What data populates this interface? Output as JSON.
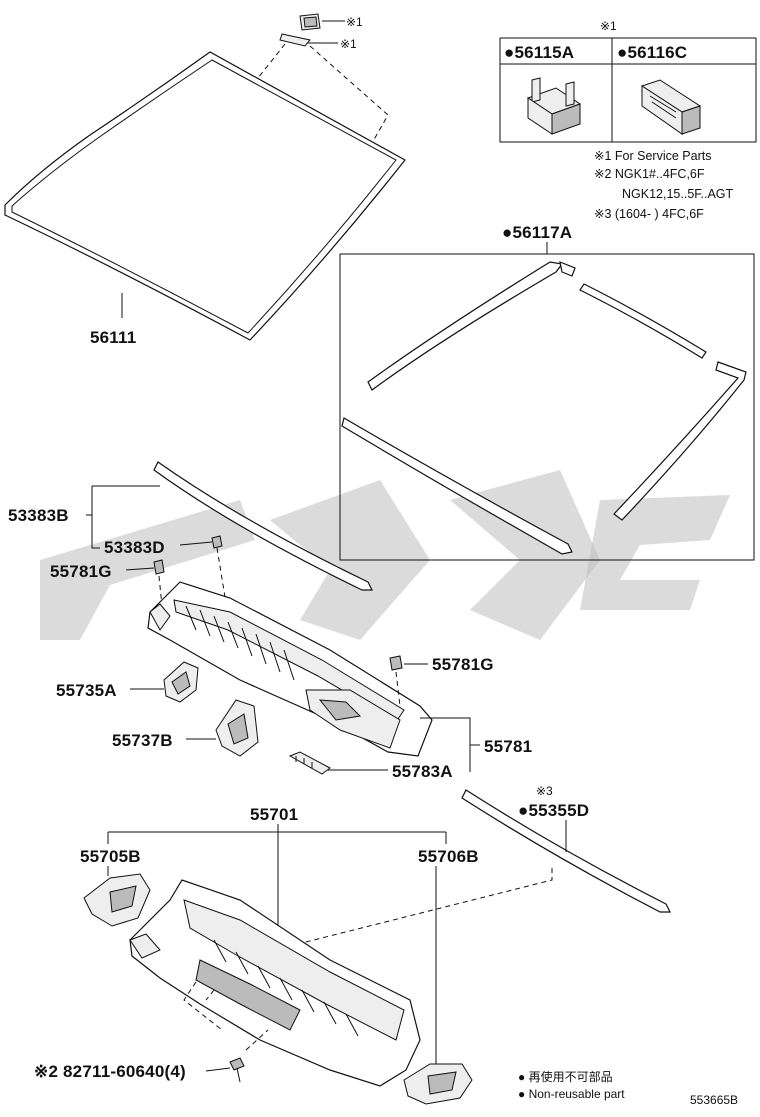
{
  "watermark": "watermark-logo",
  "labels": {
    "note_mark_1": "※1",
    "note_mark_1b": "※1",
    "callout_mark": "※1",
    "windshield": "56111",
    "moulding_set": "●56117A",
    "cowl_seal_b": "53383B",
    "cowl_seal_d": "53383D",
    "clip_g_left": "55781G",
    "clip_g_right": "55781G",
    "bracket_a": "55735A",
    "bracket_b": "55737B",
    "cowl_louver": "55781",
    "cowl_part_a": "55783A",
    "seal_note": "※3",
    "seal": "●55355D",
    "panel": "55701",
    "panel_left": "55705B",
    "panel_right": "55706B",
    "bolt": "※2 82711-60640(4)",
    "diagram_code": "553665B"
  },
  "table": {
    "header_note": "※1",
    "col1": "●56115A",
    "col2": "●56116C"
  },
  "notes": [
    "※1 For Service Parts",
    "※2 NGK1#..4FC,6F",
    "NGK12,15..5F..AGT",
    "※3 (1604-        ) 4FC,6F"
  ],
  "legend": {
    "line1": "● 再使用不可部品",
    "line2": "● Non-reusable part"
  }
}
